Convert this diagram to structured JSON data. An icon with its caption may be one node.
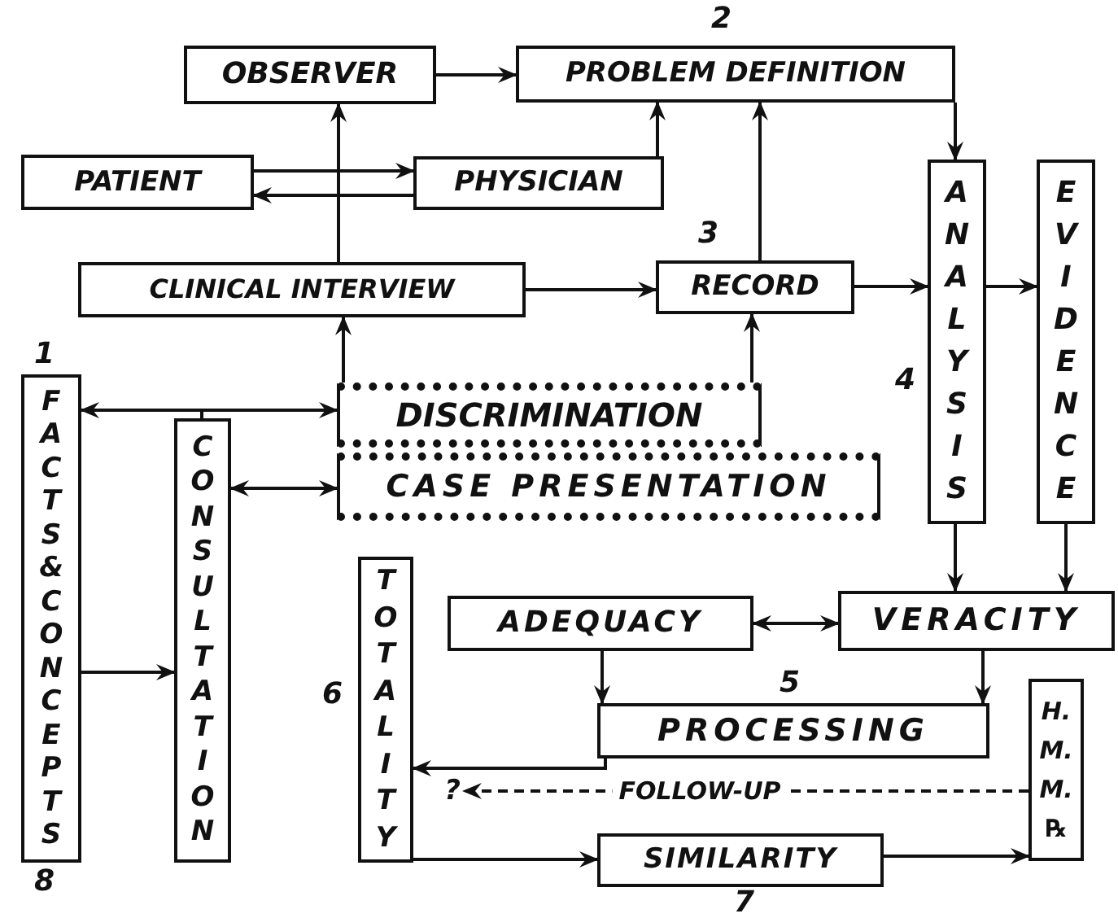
{
  "diagram": {
    "nodes": [
      {
        "text": [
          "OBSERVER"
        ]
      },
      {
        "text": [
          "PROBLEM DEFINITION"
        ],
        "beside": [
          "2"
        ]
      },
      {
        "text": [
          "PATIENT"
        ]
      },
      {
        "text": [
          "PHYSICIAN"
        ]
      },
      {
        "text": [
          "CLINICAL INTERVIEW"
        ]
      },
      {
        "text": [
          "RECORD"
        ],
        "beside": [
          "3"
        ]
      },
      {
        "text": [
          "ANALYSIS"
        ],
        "beside": [
          "4"
        ]
      },
      {
        "text": [
          "EVIDENCE"
        ]
      },
      {
        "text": [
          "FACTS&CONCEPTS"
        ],
        "beside": [
          "1",
          "8"
        ]
      },
      {
        "text": [
          "CONSULTATION"
        ]
      },
      {
        "text": [
          "DISCRIMINATION"
        ]
      },
      {
        "text": [
          "CASE PRESENTATION"
        ]
      },
      {
        "text": [
          "TOTALITY"
        ],
        "beside": [
          "6"
        ]
      },
      {
        "text": [
          "ADEQUACY"
        ]
      },
      {
        "text": [
          "VERACITY"
        ]
      },
      {
        "text": [
          "PROCESSING"
        ],
        "beside": [
          "5"
        ]
      },
      {
        "text": [
          "H. M. M. ℞"
        ]
      },
      {
        "text": [
          "SIMILARITY"
        ],
        "beside": [
          "7"
        ]
      },
      {
        "text": [
          "?"
        ]
      }
    ],
    "edges": [
      {
        "from": 0,
        "to": 1,
        "arrow": "to"
      },
      {
        "from": 2,
        "to": 3,
        "arrow": "to"
      },
      {
        "from": 3,
        "to": 2,
        "arrow": "to"
      },
      {
        "from": 4,
        "to": 0,
        "arrow": "to"
      },
      {
        "from": 3,
        "to": 1,
        "arrow": "to"
      },
      {
        "from": 1,
        "to": 6,
        "arrow": "to"
      },
      {
        "from": 4,
        "to": 5,
        "arrow": "to"
      },
      {
        "from": 5,
        "to": 1,
        "arrow": "to"
      },
      {
        "from": 5,
        "to": 6,
        "arrow": "to"
      },
      {
        "from": 6,
        "to": 7,
        "arrow": "to"
      },
      {
        "from": 10,
        "to": 4,
        "arrow": "to"
      },
      {
        "from": 10,
        "to": 5,
        "arrow": "to"
      },
      {
        "from": 9,
        "to": 8,
        "arrow": "to"
      },
      {
        "from": 9,
        "to": 10,
        "arrow": "to"
      },
      {
        "from": 9,
        "to": 11,
        "arrow": "both"
      },
      {
        "from": 8,
        "to": 9,
        "arrow": "to"
      },
      {
        "from": 6,
        "to": 14,
        "arrow": "to"
      },
      {
        "from": 7,
        "to": 14,
        "arrow": "to"
      },
      {
        "from": 13,
        "to": 14,
        "arrow": "both"
      },
      {
        "from": 13,
        "to": 15,
        "arrow": "to"
      },
      {
        "from": 14,
        "to": 15,
        "arrow": "to"
      },
      {
        "from": 15,
        "to": 12,
        "arrow": "to"
      },
      {
        "from": 12,
        "to": 17,
        "arrow": "to"
      },
      {
        "from": 17,
        "to": 16,
        "arrow": "to"
      },
      {
        "from": 16,
        "to": 18,
        "arrow": "to",
        "label": "FOLLOW-UP",
        "style": "dashed"
      }
    ]
  }
}
